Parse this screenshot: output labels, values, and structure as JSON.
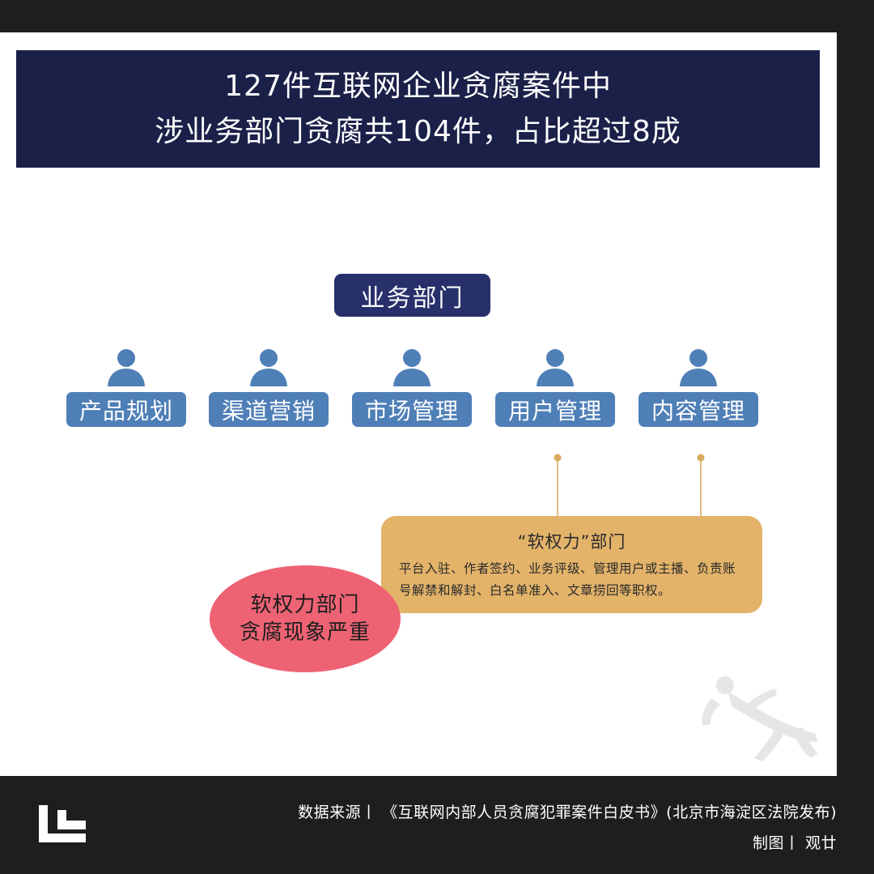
{
  "title": {
    "line1": "127件互联网企业贪腐案件中",
    "line2": "涉业务部门贪腐共104件，占比超过8成"
  },
  "root_node": "业务部门",
  "departments": [
    {
      "label": "产品规划",
      "icon": "person-icon"
    },
    {
      "label": "渠道营销",
      "icon": "person-icon"
    },
    {
      "label": "市场管理",
      "icon": "person-icon"
    },
    {
      "label": "用户管理",
      "icon": "person-icon"
    },
    {
      "label": "内容管理",
      "icon": "person-icon"
    }
  ],
  "soft_power": {
    "title": "“软权力”部门",
    "description": "平台入驻、作者签约、业务评级、管理用户或主播、负责账号解禁和解封、白名单准入、文章捞回等职权。"
  },
  "highlight": {
    "line1": "软权力部门",
    "line2": "贪腐现象严重"
  },
  "footer": {
    "source": "数据来源丨 《互联网内部人员贪腐犯罪案件白皮书》(北京市海淀区法院发布)",
    "credit": "制图丨 观廿"
  },
  "colors": {
    "banner": "#1a2048",
    "root_node": "#27306a",
    "dept": "#4f7fb7",
    "soft_box": "#e3b36a",
    "connector": "#d9a95c",
    "highlight": "#ee6374",
    "frame_border": "#1e1e1e"
  }
}
